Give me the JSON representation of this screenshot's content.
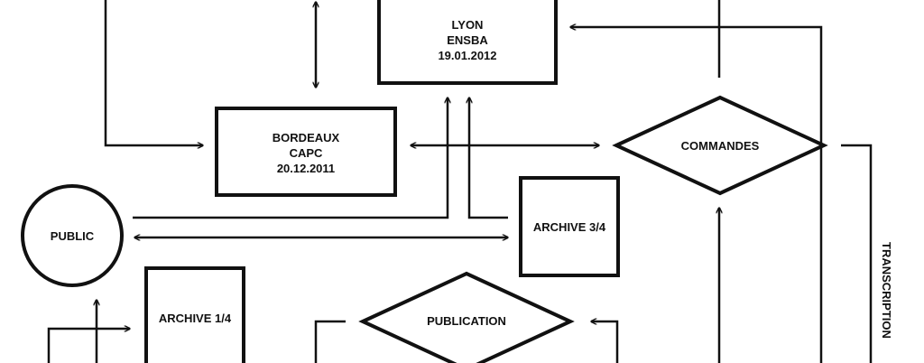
{
  "diagram": {
    "colors": {
      "ink": "#111111",
      "background": "#ffffff"
    },
    "lyon": {
      "line1": "LYON",
      "line2": "ENSBA",
      "line3": "19.01.2012"
    },
    "bordeaux": {
      "line1": "BORDEAUX",
      "line2": "CAPC",
      "line3": "20.12.2011"
    },
    "commandes": "COMMANDES",
    "public": "PUBLIC",
    "archive_3_4": "ARCHIVE 3/4",
    "archive_1_4": "ARCHIVE 1/4",
    "publication": "PUBLICATION",
    "transcription": "TRANSCRIPTION"
  }
}
